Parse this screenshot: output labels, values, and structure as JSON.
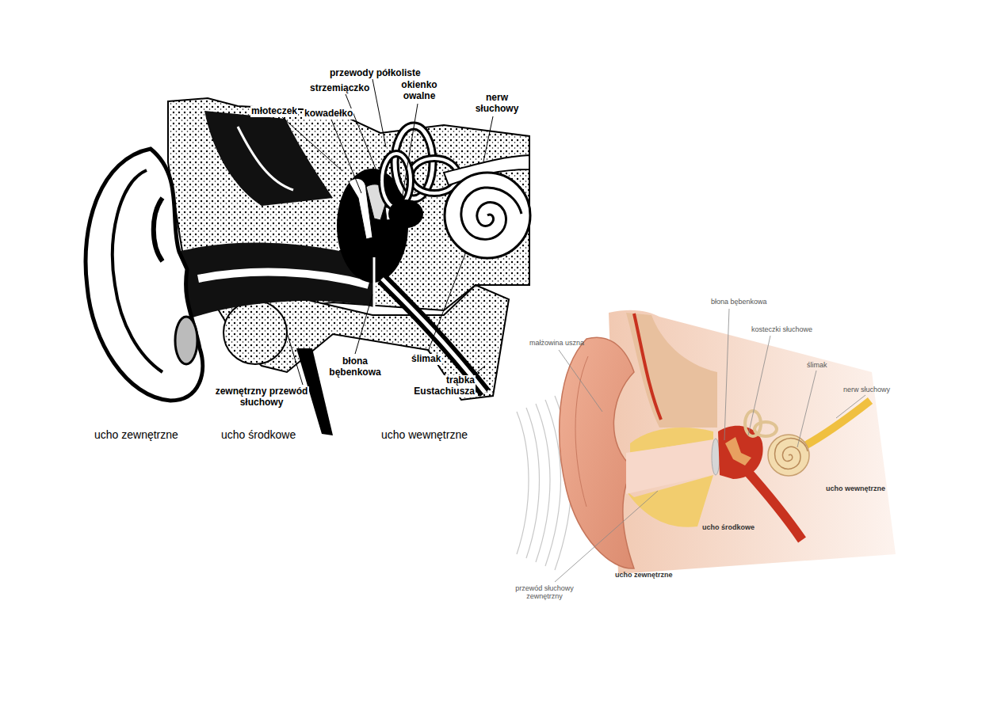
{
  "diagram": {
    "labels": [
      "przewody półkoliste",
      "strzemiączko",
      "okienko owalne",
      "nerw słuchowy",
      "młoteczek",
      "kowadełko",
      "błona bębenkowa",
      "ślimak",
      "trąbka Eustachiusza",
      "zewnętrzny przewód słuchowy",
      "ucho zewnętrzne",
      "ucho środkowe",
      "ucho wewnętrzne",
      "błona bębenkowa",
      "kosteczki słuchowe",
      "małżowina uszna",
      "ślimak",
      "nerw słuchowy",
      "ucho wewnętrzne",
      "ucho środkowe",
      "ucho zewnętrzne",
      "przewód słuchowy zewnętrzny"
    ]
  }
}
